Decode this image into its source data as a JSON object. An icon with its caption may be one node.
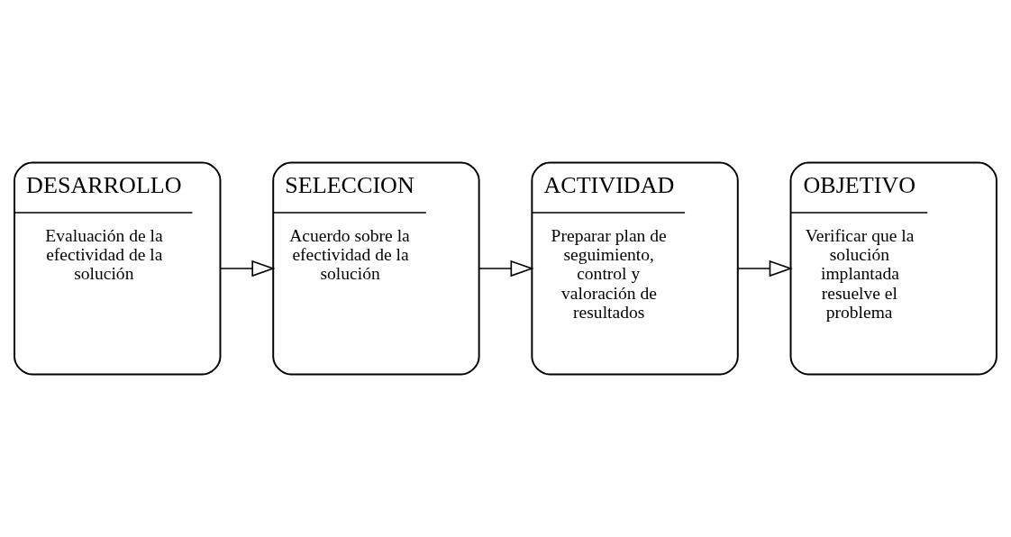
{
  "diagram": {
    "nodes": [
      {
        "text": [
          "DESARROLLO",
          "Evaluación de la efectividad de la solución"
        ]
      },
      {
        "text": [
          "SELECCION",
          "Acuerdo sobre la efectividad de la solución"
        ]
      },
      {
        "text": [
          "ACTIVIDAD",
          "Preparar plan de seguimiento, control y valoración de resultados"
        ]
      },
      {
        "text": [
          "OBJETIVO",
          "Verificar que la solución implantada resuelve el problema"
        ]
      }
    ],
    "edges": [
      {
        "from": 0,
        "to": 1,
        "arrow": "to"
      },
      {
        "from": 1,
        "to": 2,
        "arrow": "to"
      },
      {
        "from": 2,
        "to": 3,
        "arrow": "to"
      }
    ]
  }
}
